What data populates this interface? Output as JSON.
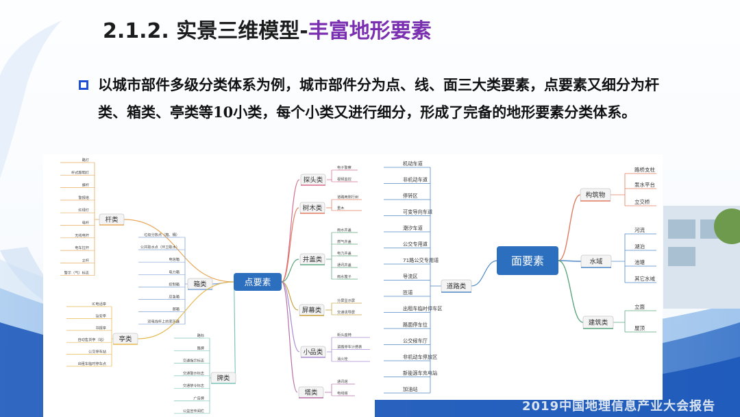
{
  "slide": {
    "title_main": "2.1.2. 实景三维模型-",
    "title_accent": "丰富地形要素",
    "body": "以城市部件多级分类体系为例，城市部件分为点、线、面三大类要素，点要素又细分为杆类、箱类、亭类等10小类，每个小类又进行细分，形成了完备的地形要素分类体系。",
    "footer": "2019中国地理信息产业大会报告"
  },
  "point_map": {
    "root": "点要素",
    "groups": [
      {
        "label": "杆类",
        "items": [
          "路灯",
          "杆式照明灯",
          "旗杆",
          "警报塔",
          "红绿灯",
          "电杆",
          "无线电杆",
          "电车拉杆",
          "立杆",
          "警示（气）标志"
        ]
      },
      {
        "label": "箱类",
        "items": [
          "垃圾分拣点（箱、桶）",
          "公共取水点（环卫取水）",
          "电信箱",
          "电力箱",
          "控制箱",
          "应急箱",
          "邮箱",
          "双电线杆上的变压器"
        ]
      },
      {
        "label": "亭类",
        "items": [
          "IC电话亭",
          "治安亭",
          "书报亭",
          "自动售货亭（站）",
          "公交停车站",
          "出租车临时停车点"
        ]
      },
      {
        "label": "探头类",
        "items": [
          "电子警察",
          "视频监控"
        ]
      },
      {
        "label": "树木类",
        "items": [
          "道路两侧行树",
          "重木"
        ]
      },
      {
        "label": "井盖类",
        "items": [
          "雨水井盖",
          "燃气井盖",
          "电力井盖",
          "通讯井盖",
          "雨水篦子"
        ]
      },
      {
        "label": "屏幕类",
        "items": [
          "分屏显示屏",
          "交通诱导屏"
        ]
      },
      {
        "label": "小品类",
        "items": [
          "街头座椅",
          "道路停车计费表",
          "消火栓"
        ]
      },
      {
        "label": "牌类",
        "items": [
          "路标",
          "路牌",
          "交通指示标志",
          "交通警示标志",
          "交通禁令标志",
          "广告牌",
          "公益宣传阅栏"
        ]
      },
      {
        "label": "塔类",
        "items": [
          "通讯塔",
          "电线塔"
        ]
      }
    ]
  },
  "line_map": {
    "root": "道路类",
    "items": [
      "机动车道",
      "非机动车道",
      "停转区",
      "可变导向车道",
      "潮汐车道",
      "公交专用道",
      "71路公交专用道",
      "导流区",
      "匝道",
      "出租车临时停车区",
      "路面停车位",
      "公交候车厅",
      "非机动车停放区",
      "新能源车充电站",
      "加油站"
    ]
  },
  "area_map": {
    "root": "面要素",
    "groups": [
      {
        "label": "构筑物",
        "items": [
          "路桥支柱",
          "泵水平台",
          "立交桥"
        ]
      },
      {
        "label": "水域",
        "items": [
          "河流",
          "湖泊",
          "池塘",
          "其它水域"
        ]
      },
      {
        "label": "建筑类",
        "items": [
          "立面",
          "屋顶"
        ]
      }
    ]
  },
  "colors": {
    "title_accent": "#7a2fb0",
    "bullet": "#1f4fd6",
    "root_fill": "#2c6fbf"
  }
}
